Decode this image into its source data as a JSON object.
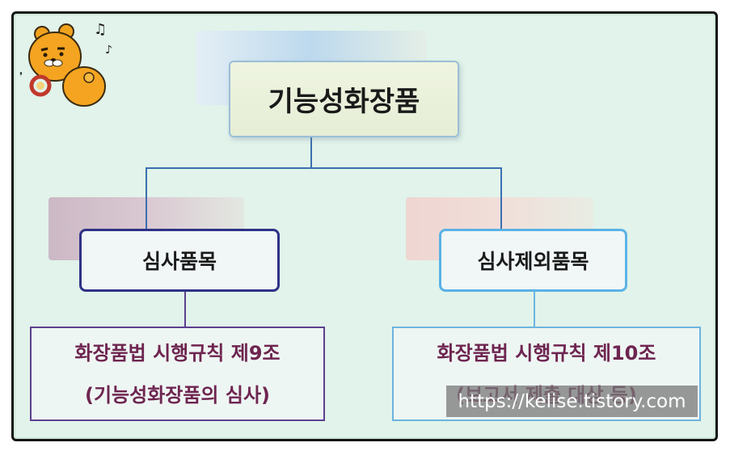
{
  "root": {
    "label": "기능성화장품"
  },
  "branches": {
    "left": {
      "label": "심사품목",
      "detail_line1": "화장품법 시행규칙 제9조",
      "detail_line2": "(기능성화장품의 심사)"
    },
    "right": {
      "label": "심사제외품목",
      "detail_line1": "화장품법 시행규칙 제10조",
      "detail_line2": "(보고서 제출 대상 등)"
    }
  },
  "watermark": {
    "text": "https://kelise.tistory.com"
  },
  "colors": {
    "background": "#e1f3ea",
    "connector": "#3a6fb0",
    "detail_text": "#6e2550",
    "left_border": "#2f3287",
    "right_border": "#5ab2e6"
  },
  "icons": {
    "mascot": "ryan-bear-with-music-notes-icon"
  }
}
